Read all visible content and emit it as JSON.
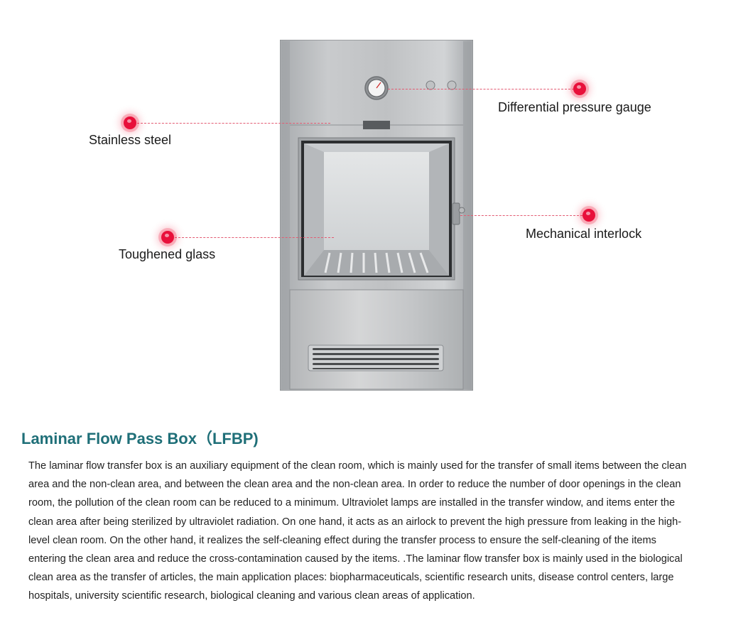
{
  "callouts": {
    "stainless_steel": "Stainless steel",
    "differential_pressure_gauge": "Differential pressure gauge",
    "toughened_glass": "Toughened glass",
    "mechanical_interlock": "Mechanical interlock"
  },
  "title": "Laminar Flow Pass Box（LFBP)",
  "description": "The laminar flow transfer box is an auxiliary equipment of the clean room, which is mainly used for the transfer of small items between the clean area and the non-clean area, and between the clean area and the non-clean area. In order to reduce the number of door openings in the clean room, the pollution of the clean room can be reduced to a minimum. Ultraviolet lamps are installed in the transfer window, and items enter the clean area after being sterilized by ultraviolet radiation. On one hand, it acts as an airlock to prevent the high pressure from leaking in the high-level clean room. On the other hand, it realizes the self-cleaning effect during the transfer process to ensure the self-cleaning of the items entering the clean area and reduce the cross-contamination caused by the items. .The laminar flow transfer box is mainly used in the biological clean area as the transfer of articles, the main application places: biopharmaceuticals, scientific research units, disease control centers, large hospitals, university scientific research, biological cleaning and various clean areas of application.",
  "colors": {
    "accent_title": "#1f6f78",
    "callout_dot": "#e8103a",
    "steel": "#b9bcbf"
  }
}
